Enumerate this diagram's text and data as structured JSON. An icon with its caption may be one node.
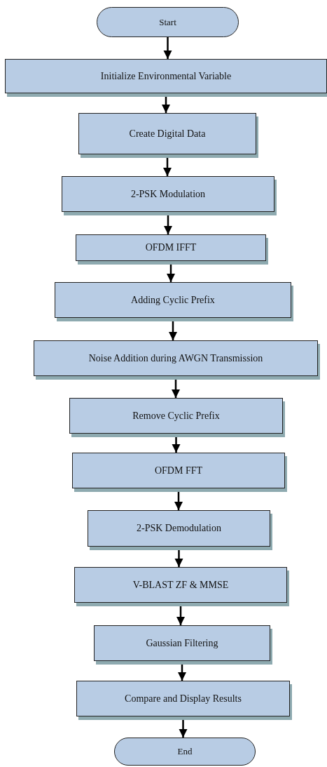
{
  "diagram": {
    "nodes": [
      {
        "text": [
          "Start"
        ]
      },
      {
        "text": [
          "Initialize Environmental Variable"
        ]
      },
      {
        "text": [
          "Create Digital Data"
        ]
      },
      {
        "text": [
          "2-PSK Modulation"
        ]
      },
      {
        "text": [
          "OFDM IFFT"
        ]
      },
      {
        "text": [
          "Adding Cyclic Prefix"
        ]
      },
      {
        "text": [
          "Noise Addition during AWGN Transmission"
        ]
      },
      {
        "text": [
          "Remove Cyclic Prefix"
        ]
      },
      {
        "text": [
          "OFDM FFT"
        ]
      },
      {
        "text": [
          "2-PSK Demodulation"
        ]
      },
      {
        "text": [
          "V-BLAST ZF & MMSE"
        ]
      },
      {
        "text": [
          "Gaussian Filtering"
        ]
      },
      {
        "text": [
          "Compare and Display Results"
        ]
      },
      {
        "text": [
          "End"
        ]
      }
    ],
    "edges": [
      {
        "from": 0,
        "to": 1,
        "arrow": "to"
      },
      {
        "from": 1,
        "to": 2,
        "arrow": "to"
      },
      {
        "from": 2,
        "to": 3,
        "arrow": "to"
      },
      {
        "from": 3,
        "to": 4,
        "arrow": "to"
      },
      {
        "from": 4,
        "to": 5,
        "arrow": "to"
      },
      {
        "from": 5,
        "to": 6,
        "arrow": "to"
      },
      {
        "from": 6,
        "to": 7,
        "arrow": "to"
      },
      {
        "from": 7,
        "to": 8,
        "arrow": "to"
      },
      {
        "from": 8,
        "to": 9,
        "arrow": "to"
      },
      {
        "from": 9,
        "to": 10,
        "arrow": "to"
      },
      {
        "from": 10,
        "to": 11,
        "arrow": "to"
      },
      {
        "from": 11,
        "to": 12,
        "arrow": "to"
      },
      {
        "from": 12,
        "to": 13,
        "arrow": "to"
      }
    ]
  }
}
